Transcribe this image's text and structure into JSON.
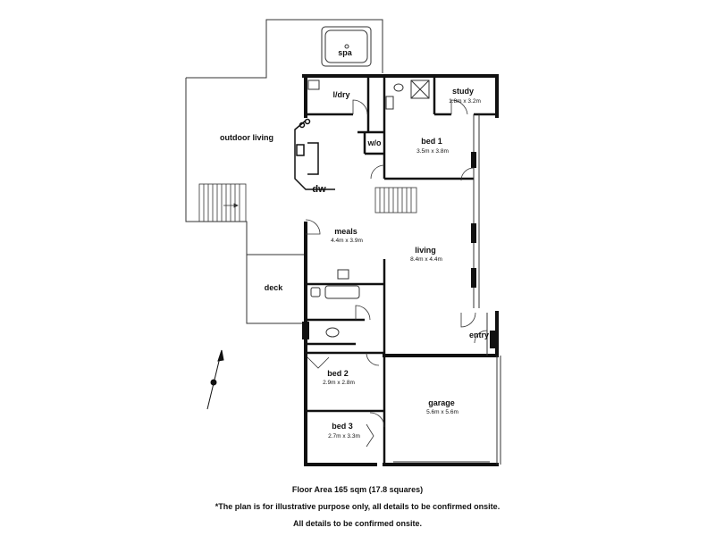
{
  "rooms": {
    "spa": {
      "label": "spa"
    },
    "laundry": {
      "label": "l/dry"
    },
    "study": {
      "label": "study",
      "dims": "1.8m x 3.2m"
    },
    "outdoor_living": {
      "label": "outdoor living"
    },
    "walk_in_robe": {
      "label": "w/o"
    },
    "bed1": {
      "label": "bed 1",
      "dims": "3.5m x 3.8m"
    },
    "dishwasher": {
      "label": "dw"
    },
    "meals": {
      "label": "meals",
      "dims": "4.4m x 3.9m"
    },
    "living": {
      "label": "living",
      "dims": "8.4m x 4.4m"
    },
    "deck": {
      "label": "deck"
    },
    "entry": {
      "label": "entry"
    },
    "bed2": {
      "label": "bed 2",
      "dims": "2.9m x 2.8m"
    },
    "garage": {
      "label": "garage",
      "dims": "5.6m x 5.6m"
    },
    "bed3": {
      "label": "bed 3",
      "dims": "2.7m x 3.3m"
    }
  },
  "footer": {
    "area": "Floor Area 165 sqm (17.8 squares)",
    "disclaimer": "*The plan is for illustrative purpose only, all details to be confirmed onsite.",
    "confirm": "All details to be confirmed onsite."
  },
  "colors": {
    "wall": "#111111",
    "line": "#333333",
    "background": "#ffffff"
  }
}
